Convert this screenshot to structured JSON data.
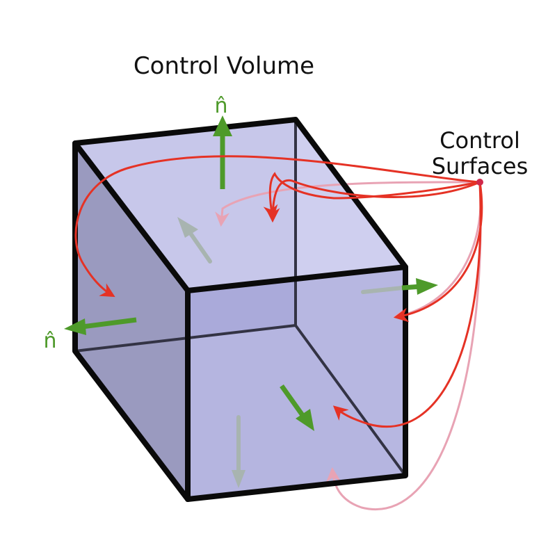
{
  "title": "Control Volume",
  "control_surfaces_label": [
    "Control",
    "Surfaces"
  ],
  "normal_symbol": "n̂",
  "colors": {
    "background": "#ffffff",
    "volume_fill": "#c9c9ec",
    "volume_side_dark": "#9b9bc0",
    "volume_inner": "#a9a9dc",
    "edge": "#0a0a0a",
    "pointer_arrow": "#e53225",
    "pointer_arrow_faded": "#e8a3b4",
    "normal_arrow": "#4e9a2a",
    "hidden_normal": "#a8b4b0",
    "pointer_dot": "#d0284a"
  },
  "icons": [
    "normal-vector-arrow",
    "pointer-arrow",
    "anchor-dot"
  ]
}
